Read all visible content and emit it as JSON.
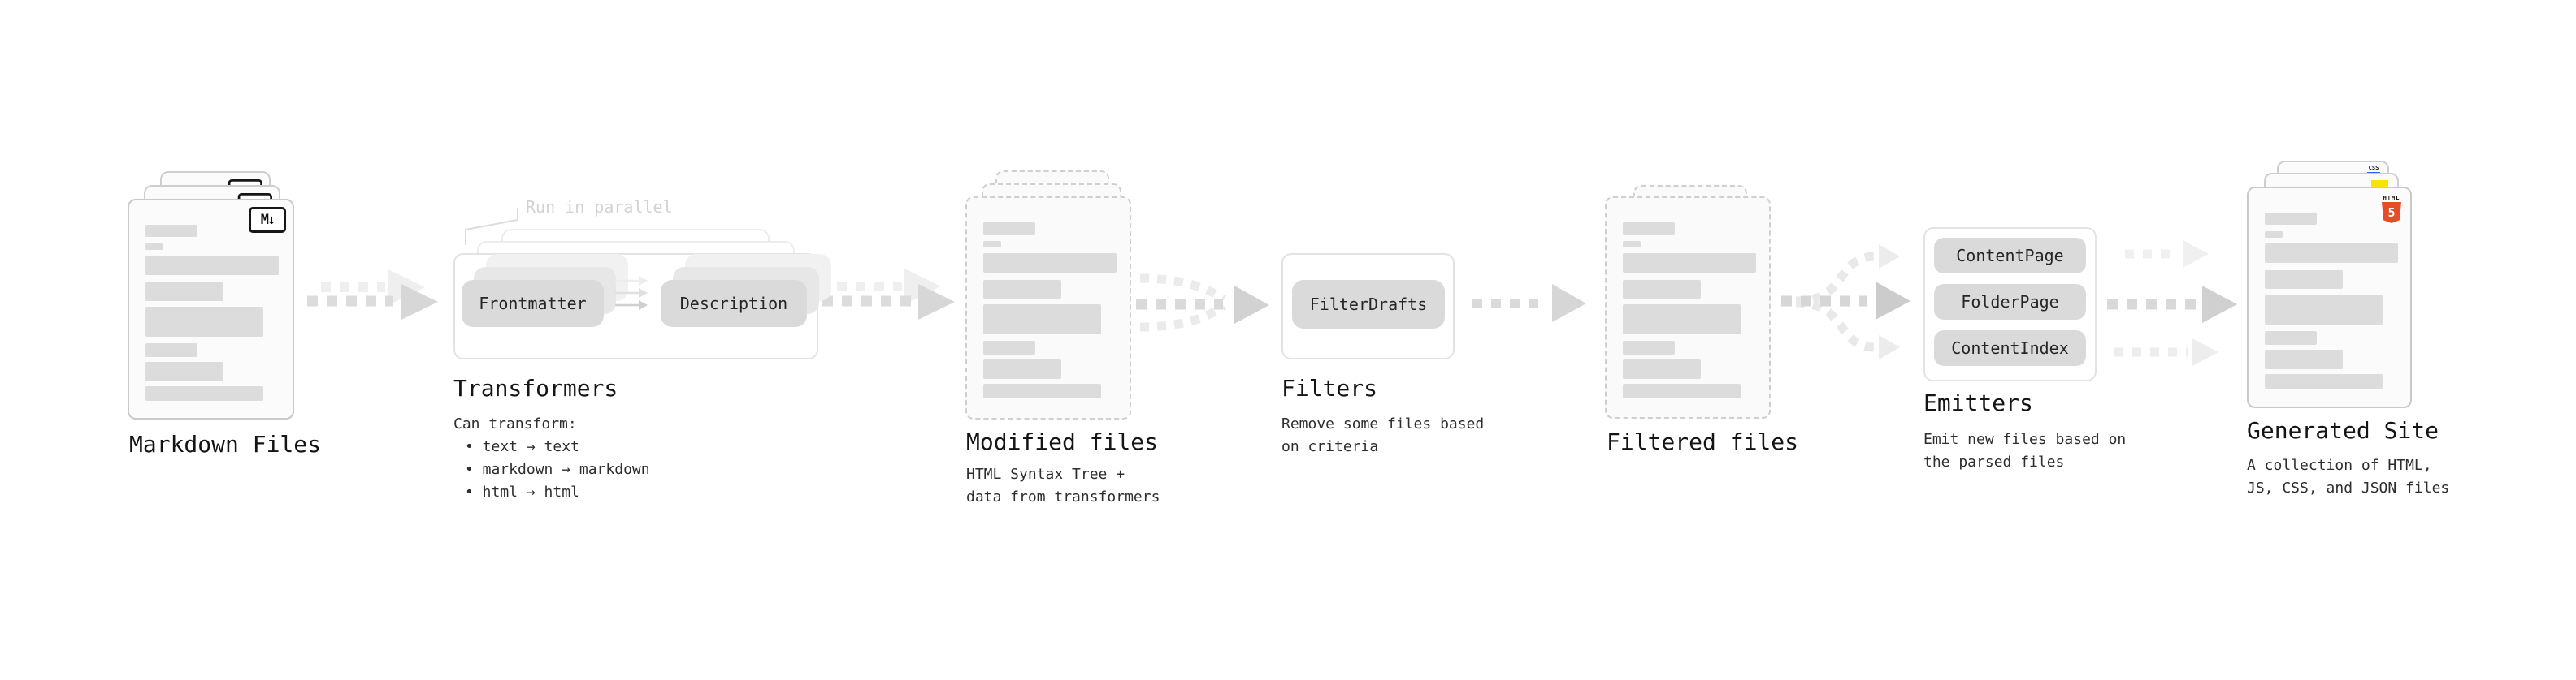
{
  "colors": {
    "arrow_gray": "#d8d8d8",
    "arrow_light_gray": "#ededed",
    "bar_gray": "#dcdcdc",
    "chip_gray": "#dadada",
    "css_blue": "#2965f1",
    "js_yellow": "#ffe100",
    "html5_orange": "#e44d26"
  },
  "markdown_files": {
    "label": "Markdown Files",
    "file_badge": "M↓"
  },
  "transformers": {
    "label": "Transformers",
    "parallel_note": "Run in parallel",
    "chip_left": "Frontmatter",
    "chip_right": "Description",
    "desc_title": "Can transform:",
    "bullets": [
      "• text → text",
      "• markdown → markdown",
      "• html → html"
    ]
  },
  "modified_files": {
    "label": "Modified files",
    "desc_lines": [
      "HTML Syntax Tree +",
      "data from transformers"
    ]
  },
  "filters": {
    "label": "Filters",
    "chip": "FilterDrafts",
    "desc_lines": [
      "Remove some files based",
      "on criteria"
    ]
  },
  "filtered_files": {
    "label": "Filtered files"
  },
  "emitters": {
    "label": "Emitters",
    "chips": [
      "ContentPage",
      "FolderPage",
      "ContentIndex"
    ],
    "desc_lines": [
      "Emit new files based on",
      "the parsed files"
    ]
  },
  "generated_site": {
    "label": "Generated Site",
    "css_badge": "CSS",
    "html_badge_title": "HTML",
    "html_badge_number": "5",
    "desc_lines": [
      "A collection of HTML,",
      "JS, CSS, and JSON files"
    ]
  }
}
